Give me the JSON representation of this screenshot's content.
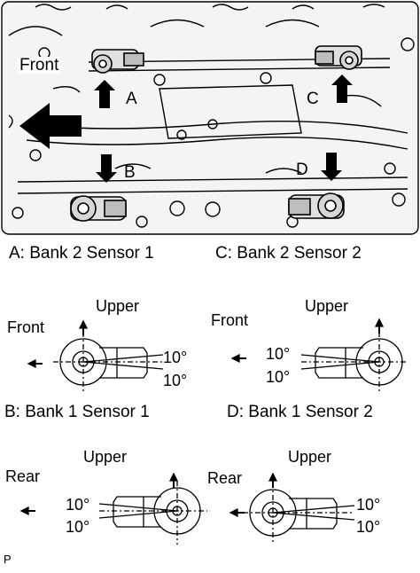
{
  "top_view": {
    "front_label": "Front",
    "markers": [
      "A",
      "B",
      "C",
      "D"
    ],
    "caption_a": "A: Bank 2 Sensor 1",
    "caption_c": "C: Bank 2 Sensor 2"
  },
  "detail_b": {
    "direction": "Front",
    "upper": "Upper",
    "angle_top": "10°",
    "angle_bottom": "10°",
    "caption": "B: Bank 1 Sensor 1"
  },
  "detail_d": {
    "direction": "Front",
    "upper": "Upper",
    "angle_top": "10°",
    "angle_bottom": "10°",
    "caption": "D: Bank 1 Sensor 2"
  },
  "detail_a": {
    "direction": "Rear",
    "upper": "Upper",
    "angle_top": "10°",
    "angle_bottom": "10°"
  },
  "detail_c": {
    "direction": "Rear",
    "upper": "Upper",
    "angle_top": "10°",
    "angle_bottom": "10°"
  },
  "footer_code": "P"
}
